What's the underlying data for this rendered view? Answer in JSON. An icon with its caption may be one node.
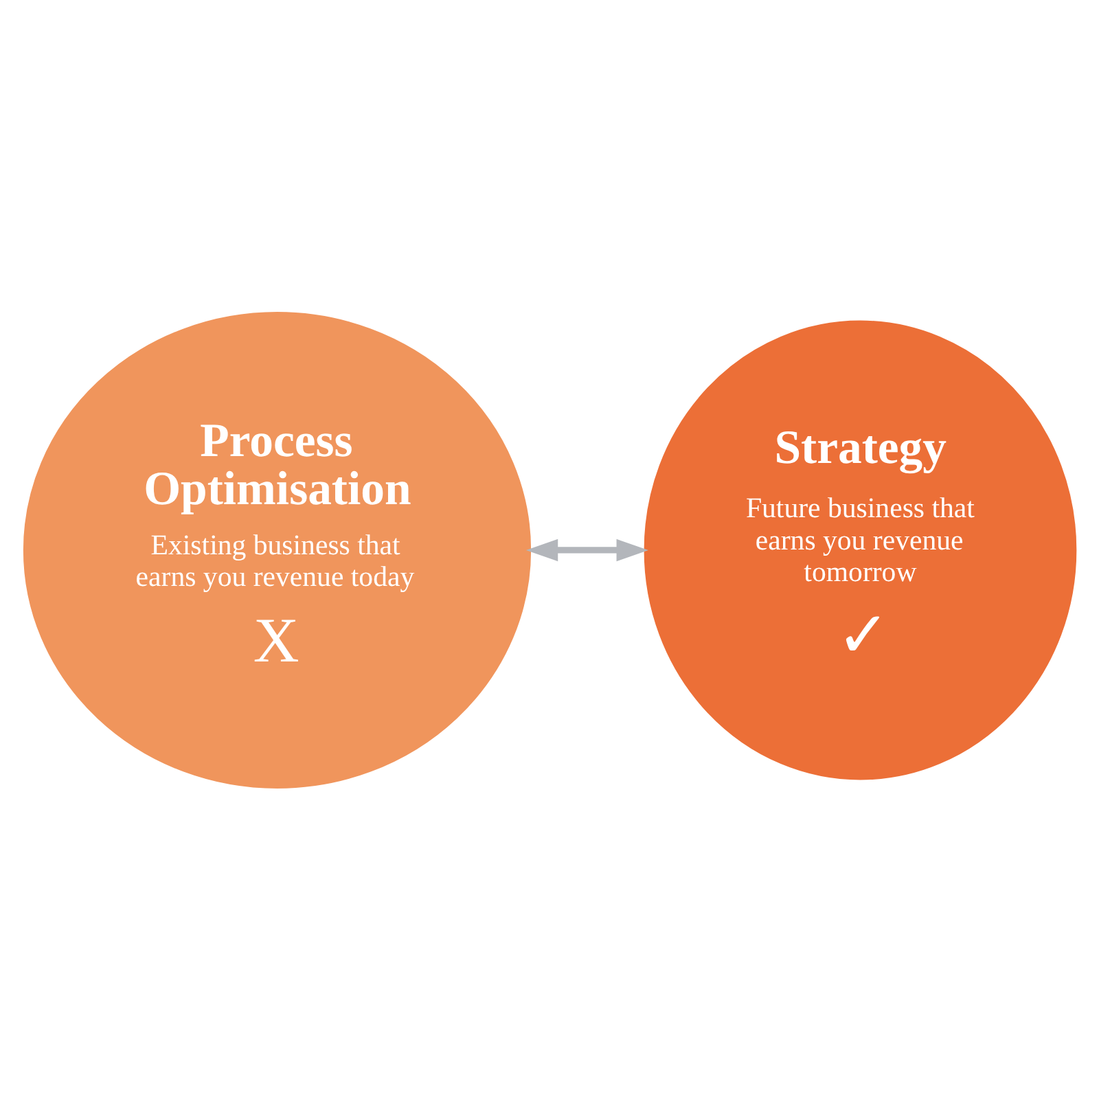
{
  "diagram": {
    "nodes": [
      {
        "text": [
          "Process Optimisation",
          "Existing business that earns you revenue today",
          "X"
        ]
      },
      {
        "text": [
          "Strategy",
          "Future business that earns you revenue tomorrow",
          "✓"
        ]
      }
    ],
    "edges": [
      {
        "from": 0,
        "to": 1,
        "arrow": "both"
      }
    ]
  }
}
